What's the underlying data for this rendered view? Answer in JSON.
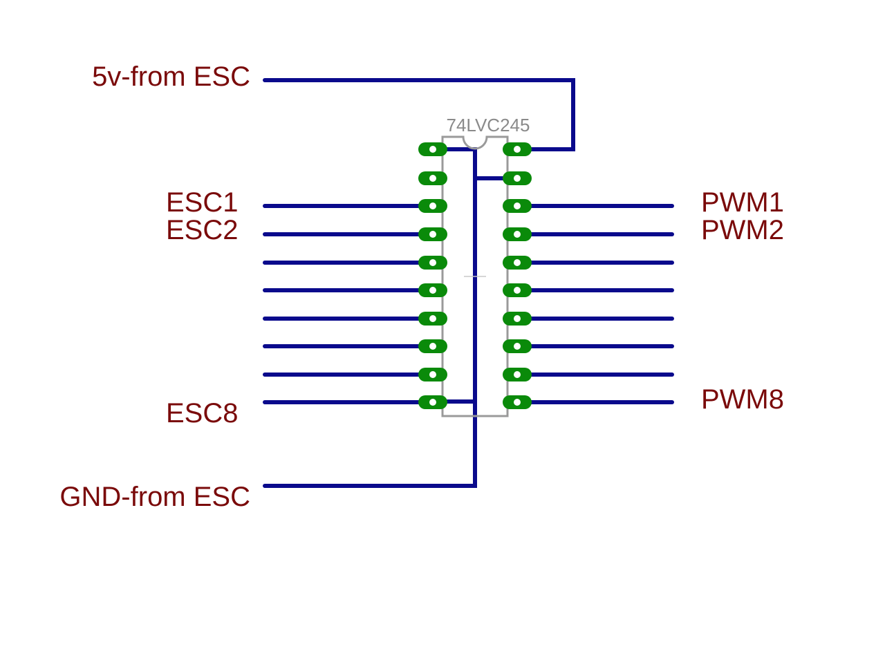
{
  "chip": {
    "name": "74LVC245"
  },
  "power": {
    "vcc_label": "5v-from ESC",
    "gnd_label": "GND-from ESC"
  },
  "left_labels": [
    "ESC1",
    "ESC2",
    "",
    "",
    "",
    "",
    "",
    "ESC8"
  ],
  "right_labels": [
    "PWM1",
    "PWM2",
    "",
    "",
    "",
    "",
    "",
    "PWM8"
  ],
  "colors": {
    "wire": "#0a0a8c",
    "pad": "#0a8a0a",
    "label": "#7a0a0a",
    "outline": "#9a9a9a"
  }
}
